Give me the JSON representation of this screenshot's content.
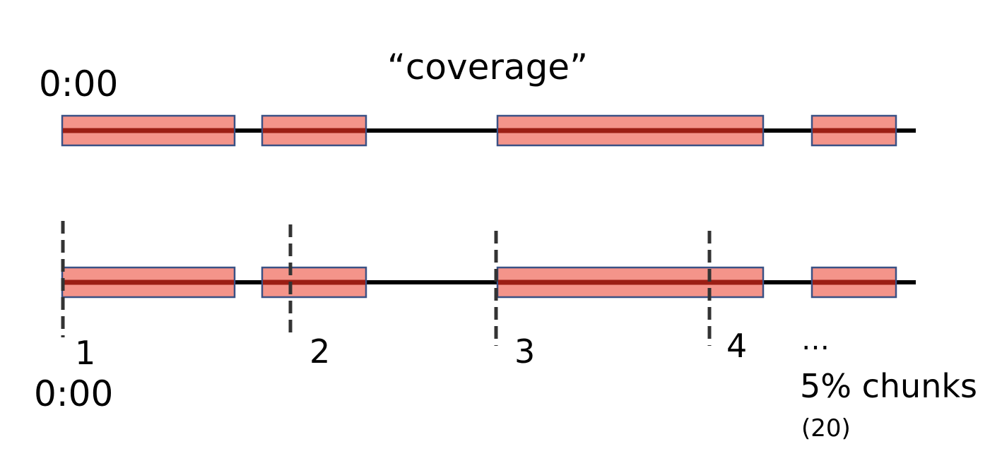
{
  "title": "“coverage”",
  "top_timeline": {
    "start_time": "0:00"
  },
  "bottom_timeline": {
    "start_time": "0:00",
    "chunk_markers": [
      "1",
      "2",
      "3",
      "4"
    ],
    "ellipsis": "…",
    "chunk_size_label": "5% chunks",
    "chunk_count_label": "(20)"
  },
  "colors": {
    "segment_fill": "#f4948a",
    "segment_border": "#3a5185",
    "segment_centerline": "#9b1e14",
    "timeline": "#000000",
    "marker": "#333333"
  }
}
